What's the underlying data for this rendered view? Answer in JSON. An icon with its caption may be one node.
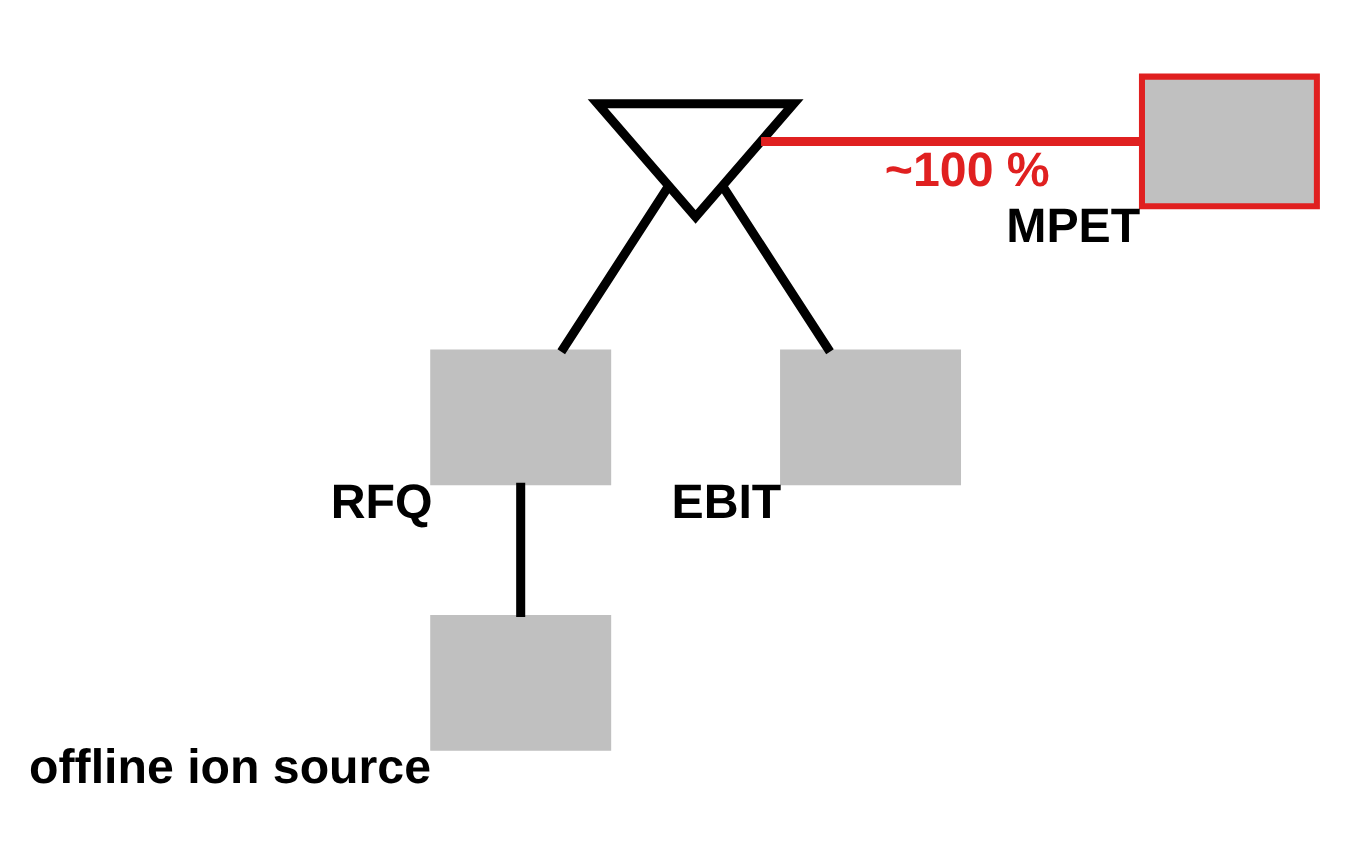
{
  "diagram": {
    "nodes": [
      {
        "text": [],
        "shape": "triangle"
      },
      {
        "text": [],
        "shape": "box",
        "beside": [
          "MPET"
        ]
      },
      {
        "text": [],
        "shape": "box",
        "beside": [
          "RFQ"
        ]
      },
      {
        "text": [],
        "shape": "box",
        "beside": [
          "EBIT"
        ]
      },
      {
        "text": [],
        "shape": "box",
        "beside": [
          "offline ion source"
        ]
      }
    ],
    "edges": [
      {
        "from": 4,
        "to": 2,
        "arrow": "none"
      },
      {
        "from": 2,
        "to": 0,
        "arrow": "none"
      },
      {
        "from": 3,
        "to": 0,
        "arrow": "none"
      },
      {
        "from": 0,
        "to": 1,
        "arrow": "none",
        "label": "~100 %",
        "color": "#e02020"
      }
    ]
  }
}
